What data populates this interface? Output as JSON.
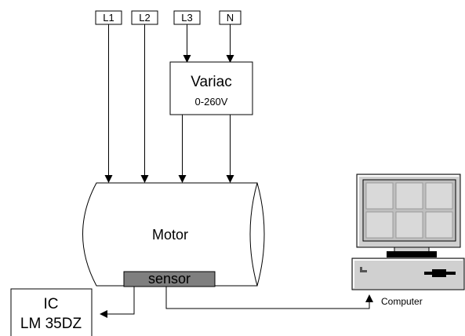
{
  "terminals": [
    {
      "label": "L1"
    },
    {
      "label": "L2"
    },
    {
      "label": "L3"
    },
    {
      "label": "N"
    }
  ],
  "variac": {
    "title": "Variac",
    "range": "0-260V"
  },
  "motor": {
    "label": "Motor"
  },
  "sensor": {
    "label": "sensor",
    "fill": "#7f7f7f"
  },
  "ic": {
    "line1": "IC",
    "line2": "LM 35DZ"
  },
  "computer": {
    "label": "Computer",
    "screen_color": "#d9d9d9",
    "case_color": "#d0d0d0"
  }
}
